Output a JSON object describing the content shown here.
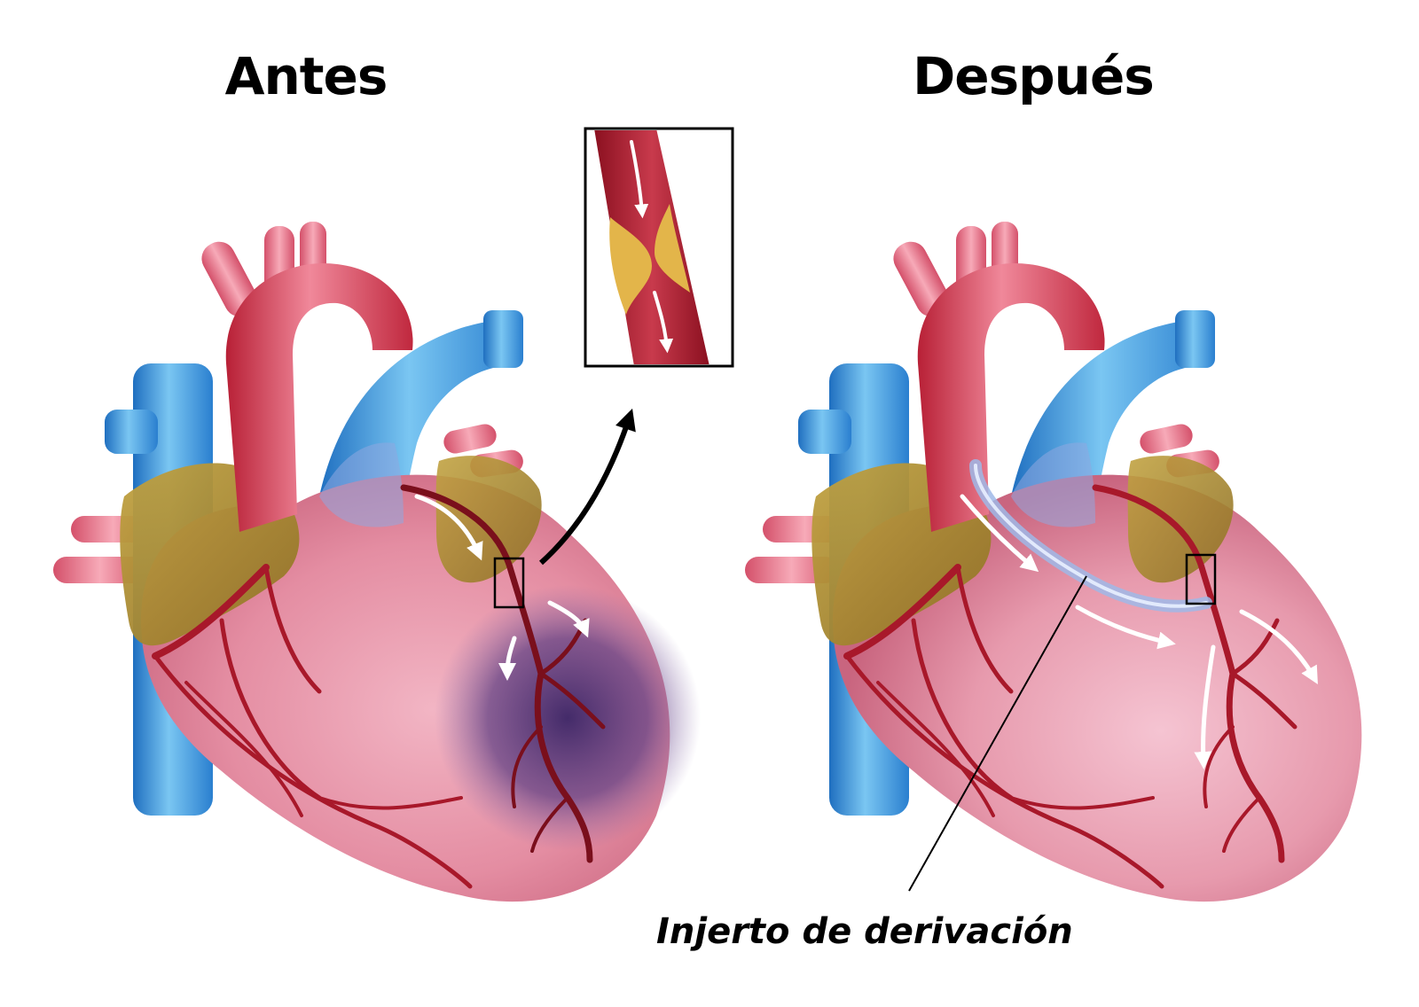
{
  "titles": {
    "before": "Antes",
    "after": "Después"
  },
  "labels": {
    "bypass_graft": "Injerto de derivación"
  },
  "colors": {
    "heart": "#e07f97",
    "aorta": "#d83a52",
    "veins": "#3a93d8",
    "atrium": "#a8882e",
    "artery": "#b21c2c",
    "ischemia": "#4a2f72",
    "plaque": "#e3b54a",
    "graft": "#9fb8e8"
  }
}
